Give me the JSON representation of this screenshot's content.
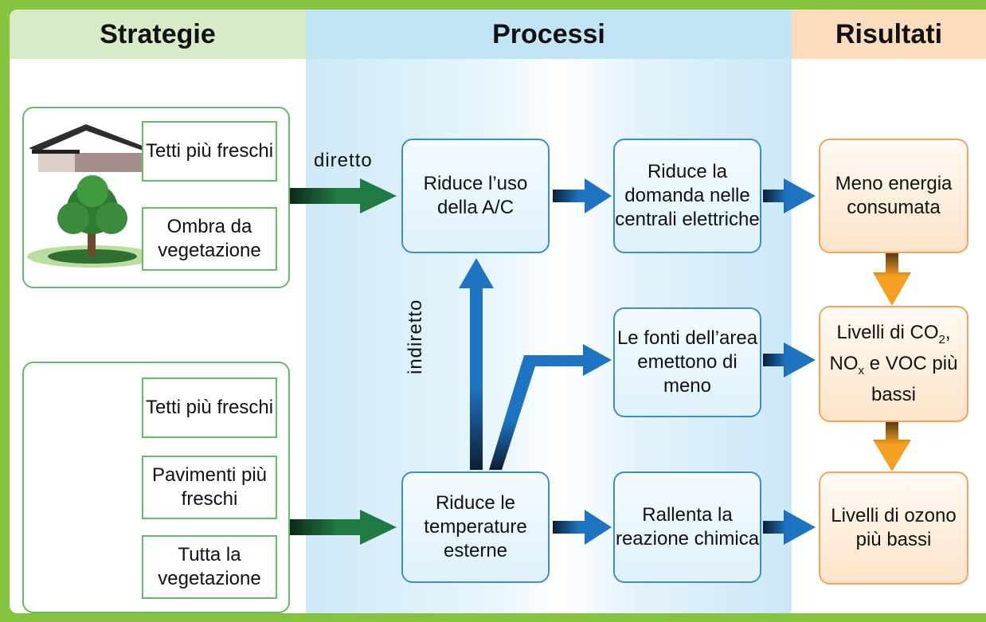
{
  "headers": {
    "strategie": "Strategie",
    "processi": "Processi",
    "risultati": "Risultati"
  },
  "strategies": {
    "group1": {
      "tetti": "Tetti più freschi",
      "ombra": "Ombra da vegetazione"
    },
    "group2": {
      "tetti": "Tetti più freschi",
      "pavimenti": "Pavimenti più freschi",
      "vegetazione": "Tutta la vegetazione"
    }
  },
  "labels": {
    "diretto": "diretto",
    "indiretto": "indiretto"
  },
  "processes": {
    "ac": "Riduce l’uso della A/C",
    "domanda": "Riduce la domanda nelle centrali elettriche",
    "fonti": "Le fonti dell’area emettono di meno",
    "temperature": "Riduce le temperature esterne",
    "reazione": "Rallenta la reazione chimica"
  },
  "results": {
    "energia": "Meno energia consumata",
    "livelli_co2": {
      "prefix": "Livelli di ",
      "co": "CO",
      "co_sub": "2",
      "no": ", NO",
      "no_sub": "x",
      "suffix": " e VOC più bassi"
    },
    "ozono": "Livelli di ozono più bassi"
  },
  "colors": {
    "frame": "#86c440",
    "green_arrow": "#1f7a45",
    "blue_arrow": "#1f74c2",
    "orange_arrow": "#f5a020"
  }
}
